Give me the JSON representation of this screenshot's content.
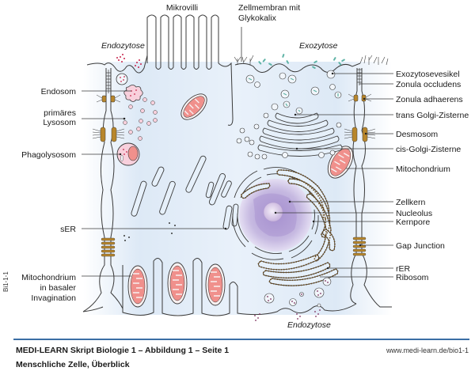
{
  "figure": {
    "title": "Menschliche Zelle, Überblick",
    "side_code": "Bi1-1-1"
  },
  "labels": {
    "top": {
      "mikrovilli": "Mikrovilli",
      "zellmembran_line1": "Zellmembran mit",
      "zellmembran_line2": "Glykokalix",
      "endozytose_top": "Endozytose",
      "exozytose": "Exozytose",
      "endozytose_bottom": "Endozytose"
    },
    "left": [
      {
        "id": "endosom",
        "lines": [
          "Endosom"
        ]
      },
      {
        "id": "primaeres-lysosom",
        "lines": [
          "primäres",
          "Lysosom"
        ]
      },
      {
        "id": "phagolysosom",
        "lines": [
          "Phagolysosom"
        ]
      },
      {
        "id": "ser",
        "lines": [
          "sER"
        ]
      },
      {
        "id": "mitochondrium-basal",
        "lines": [
          "Mitochondrium",
          "in basaler",
          "Invagination"
        ]
      }
    ],
    "right": [
      {
        "id": "exozytosevesikel",
        "text": "Exozytosevesikel"
      },
      {
        "id": "zonula-occludens",
        "text": "Zonula occludens"
      },
      {
        "id": "zonula-adhaerens",
        "text": "Zonula adhaerens"
      },
      {
        "id": "trans-golgi",
        "text": "trans Golgi-Zisterne"
      },
      {
        "id": "desmosom",
        "text": "Desmosom"
      },
      {
        "id": "cis-golgi",
        "text": "cis-Golgi-Zisterne"
      },
      {
        "id": "mitochondrium",
        "text": "Mitochondrium"
      },
      {
        "id": "zellkern",
        "text": "Zellkern"
      },
      {
        "id": "nucleolus",
        "text": "Nucleolus"
      },
      {
        "id": "kernpore",
        "text": "Kernpore"
      },
      {
        "id": "gap-junction",
        "text": "Gap Junction"
      },
      {
        "id": "rer",
        "text": "rER"
      },
      {
        "id": "ribosom",
        "text": "Ribosom"
      }
    ]
  },
  "footer": {
    "title": "MEDI-LEARN Skript Biologie 1 – Abbildung 1 – Seite 1",
    "subtitle": "Menschliche Zelle, Überblick",
    "url": "www.medi-learn.de/bio1-1"
  },
  "colors": {
    "cytoplasm": "#d6e6f5",
    "mitochondria": "#f0908c",
    "lysosome": "#f8d0dc",
    "endocytosis_particles": "#c8234a",
    "exocytosis_particles": "#5fb3a6",
    "nucleus": "#b9a6d6",
    "junction": "#b8862b",
    "ribosome": "#6b4b1e",
    "footer_rule": "#3a6ea5"
  }
}
